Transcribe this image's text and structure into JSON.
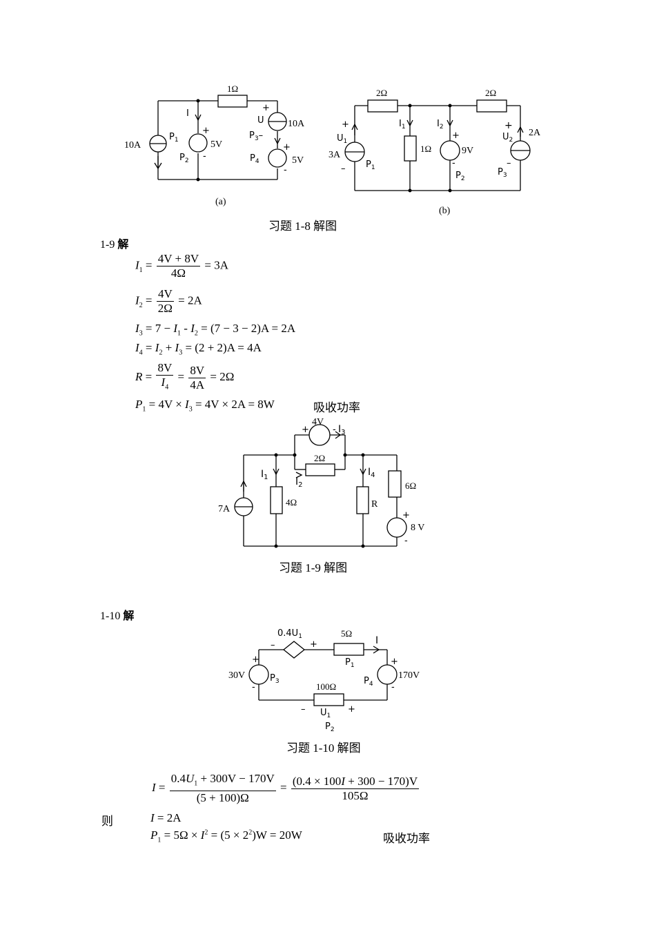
{
  "fig18": {
    "a": {
      "r1": "1Ω",
      "I": "I",
      "plus_p2": "+",
      "v5a": "5V",
      "minus_p2": "-",
      "src10a_label": "10A",
      "P1": "P",
      "P1_sub": "1",
      "P2": "P",
      "P2_sub": "2",
      "plus_u": "+",
      "U": "U",
      "src_10a_right": "10A",
      "P3": "P",
      "P3_sub": "3",
      "P3_minus": "–",
      "plus_p4": "+",
      "P4": "P",
      "P4_sub": "4",
      "v5b": "5V",
      "minus_p4": "-",
      "label": "(a)"
    },
    "b": {
      "r_left": "2Ω",
      "r_right": "2Ω",
      "I1": "I",
      "I1_sub": "1",
      "I2": "I",
      "I2_sub": "2",
      "plus_u1": "+",
      "U1": "U",
      "U1_sub": "1",
      "a3": "3A",
      "minus_u1": "–",
      "P1": "P",
      "P1_sub": "1",
      "r_mid": "1Ω",
      "plus_9v": "+",
      "v9": "9V",
      "minus_9v": "-",
      "P2": "P",
      "P2_sub": "2",
      "plus_u2": "+",
      "U2": "U",
      "U2_sub": "2",
      "a2": "2A",
      "minus_u2": "–",
      "P3": "P",
      "P3_sub": "3",
      "label": "(b)"
    },
    "caption": "习题 1-8 解图"
  },
  "sec19": {
    "label_num": "1-9 ",
    "label_jie": "解",
    "eq1": {
      "lhs": "I",
      "lhs_sub": "1",
      "num": "4V + 8V",
      "den": "4Ω",
      "rhs": "= 3A"
    },
    "eq2": {
      "lhs": "I",
      "lhs_sub": "2",
      "num": "4V",
      "den": "2Ω",
      "rhs": "= 2A"
    },
    "eq3": {
      "text_a": " = 7 − ",
      "text_b": " - ",
      "text_c": " = (7 − 3 − 2)A = 2A"
    },
    "eq4": {
      "text_a": " = ",
      "text_b": " + ",
      "text_c": " = (2 + 2)A = 4A"
    },
    "eq5": {
      "lhs": "R",
      "num1": "8V",
      "den1": "I",
      "den1_sub": "4",
      "num2": "8V",
      "den2": "4A",
      "rhs": "= 2Ω"
    },
    "eq6": {
      "text_a": " = 4V × ",
      "text_b": " = 4V × 2A = 8W",
      "note": "吸收功率"
    },
    "fig": {
      "v4": "4V",
      "plus": "+",
      "minus": "-",
      "I3": "I",
      "I3_sub": "3",
      "r2": "2Ω",
      "I1": "I",
      "I1_sub": "1",
      "I2": "I",
      "I2_sub": "2",
      "I4": "I",
      "I4_sub": "4",
      "r6": "6Ω",
      "r4": "4Ω",
      "R": "R",
      "a7": "7A",
      "plus8": "+",
      "v8": "8 V",
      "minus8": "-"
    },
    "caption": "习题 1-9 解图"
  },
  "sec110": {
    "label_num": "1-10 ",
    "label_jie": "解",
    "fig": {
      "dep": "0.4U",
      "dep_sub": "1",
      "dep_minus": "–",
      "dep_plus": "+",
      "r5": "5Ω",
      "I": "I",
      "P1": "P",
      "P1_sub": "1",
      "plus30": "+",
      "v30": "30V",
      "minus30": "-",
      "P3": "P",
      "P3_sub": "3",
      "r100": "100Ω",
      "P4": "P",
      "P4_sub": "4",
      "plus170": "+",
      "v170": "170V",
      "minus170": "-",
      "u_minus": "–",
      "U1": "U",
      "U1_sub": "1",
      "u_plus": "+",
      "P2": "P",
      "P2_sub": "2"
    },
    "caption": "习题 1-10 解图",
    "eq1": {
      "lhs": "I",
      "num1_a": "0.4",
      "num1_b": "U",
      "num1_sub": "1",
      "num1_c": " + 300V − 170V",
      "den1": "(5 + 100)Ω",
      "num2_a": "(0.4 × 100",
      "num2_b": "I",
      "num2_c": " + 300 − 170)V",
      "den2": "105Ω"
    },
    "then": "则",
    "eq2": "= 2A",
    "eq3": {
      "text_a": " = 5Ω × ",
      "text_b": " = (5 × 2",
      "text_c": ")W = 20W",
      "sup": "2",
      "note": "吸收功率"
    }
  }
}
